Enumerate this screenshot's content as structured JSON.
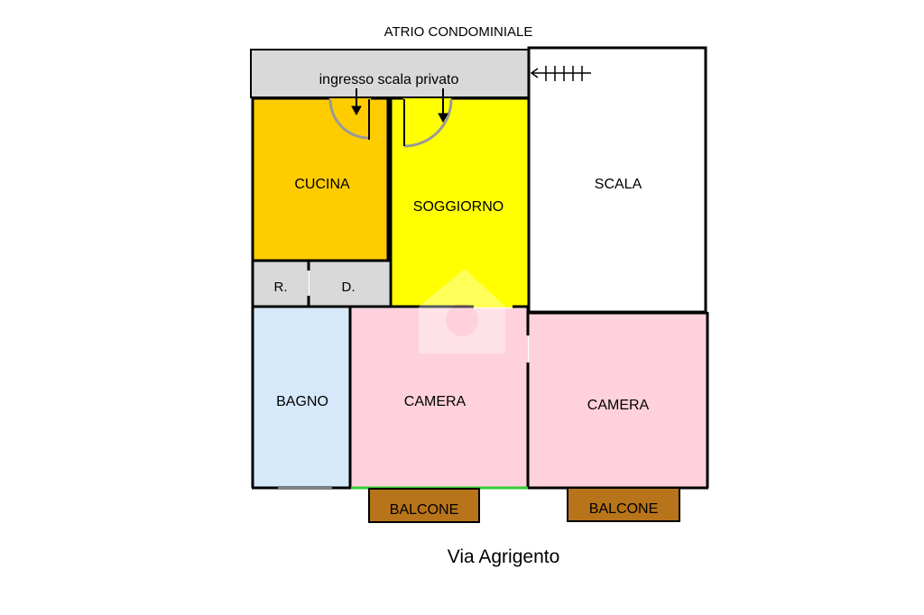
{
  "plan": {
    "atrium_label": "ATRIO CONDOMINIALE",
    "entrance_label": "ingresso scala privato",
    "street_label": "Via Agrigento",
    "rooms": {
      "cucina": "CUCINA",
      "soggiorno": "SOGGIORNO",
      "scala": "SCALA",
      "ripostiglio": "R.",
      "disimpegno": "D.",
      "bagno": "BAGNO",
      "camera_1": "CAMERA",
      "camera_2": "CAMERA",
      "balcone_1": "BALCONE",
      "balcone_2": "BALCONE"
    },
    "colors": {
      "corridor": "#d9d9d9",
      "cucina": "#ffcc00",
      "soggiorno": "#ffff00",
      "scala": "#ffffff",
      "bagno": "#d6e9fb",
      "camera": "#ffd1dc",
      "balcone": "#b8741a",
      "balcone_edge": "#33cc33",
      "walls": "#000000"
    }
  }
}
